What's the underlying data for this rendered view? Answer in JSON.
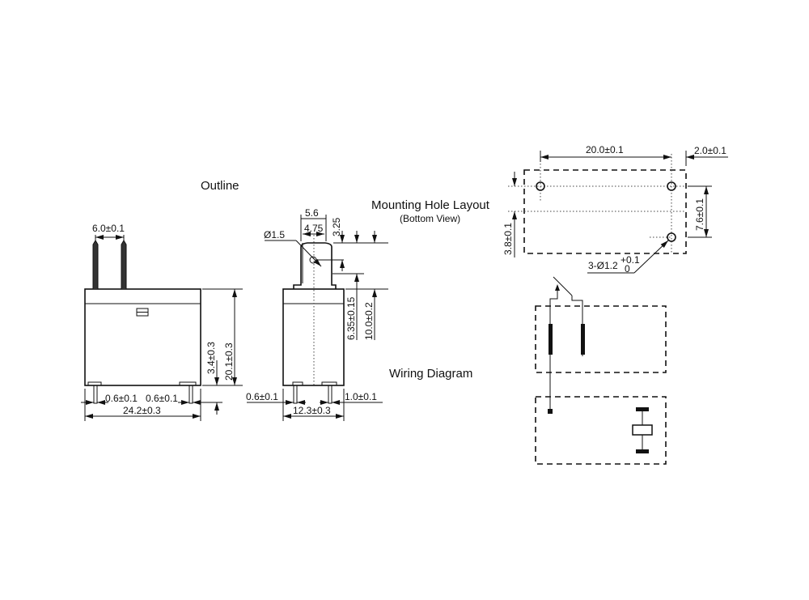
{
  "titles": {
    "outline": "Outline",
    "mounting": "Mounting Hole Layout",
    "mounting_sub": "(Bottom View)",
    "wiring": "Wiring Diagram"
  },
  "front_view": {
    "pin_spacing": "6.0±0.1",
    "height": "20.1±0.3",
    "pin_length": "3.4±0.3",
    "pin_width_left": "0.6±0.1",
    "pin_width_right": "0.6±0.1",
    "width": "24.2±0.3"
  },
  "side_view": {
    "tab_width": "5.6",
    "tab_inner": "4.75",
    "hole_dia": "Ø1.5",
    "hole_offset": "3.25",
    "tab_height": "6.35±0.15",
    "tab_total": "10.0±0.2",
    "pin_left": "0.6±0.1",
    "pin_right": "1.0±0.1",
    "depth": "12.3±0.3"
  },
  "mounting": {
    "hole_spacing": "20.0±0.1",
    "edge": "2.0±0.1",
    "vertical": "7.6±0.1",
    "half": "3.8±0.1",
    "holes_main": "3-Ø1.2",
    "tol_upper": "+0.1",
    "tol_lower": "0"
  }
}
